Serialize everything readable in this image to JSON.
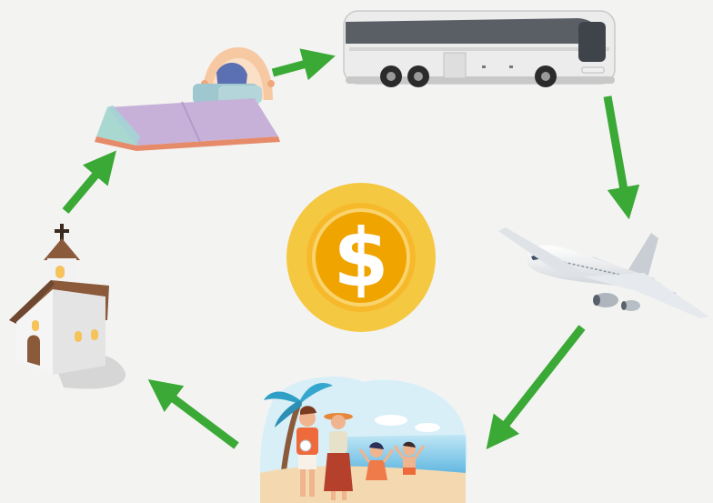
{
  "diagram": {
    "type": "cycle",
    "center": {
      "icon": "dollar-coin-icon",
      "symbol": "$"
    },
    "nodes": [
      {
        "id": "bed",
        "icon": "bed-icon"
      },
      {
        "id": "bus",
        "icon": "bus-icon"
      },
      {
        "id": "airplane",
        "icon": "airplane-icon"
      },
      {
        "id": "beach-family",
        "icon": "beach-family-icon"
      },
      {
        "id": "church",
        "icon": "church-icon"
      }
    ],
    "edges": [
      {
        "from": "bed",
        "to": "bus"
      },
      {
        "from": "bus",
        "to": "airplane"
      },
      {
        "from": "airplane",
        "to": "beach-family"
      },
      {
        "from": "beach-family",
        "to": "church"
      },
      {
        "from": "church",
        "to": "bed"
      }
    ]
  },
  "colors": {
    "background": "#f3f3f2",
    "arrow": "#3aa935",
    "coin_outer": "#f5c842",
    "coin_inner": "#f0a400",
    "coin_symbol": "#ffffff"
  }
}
